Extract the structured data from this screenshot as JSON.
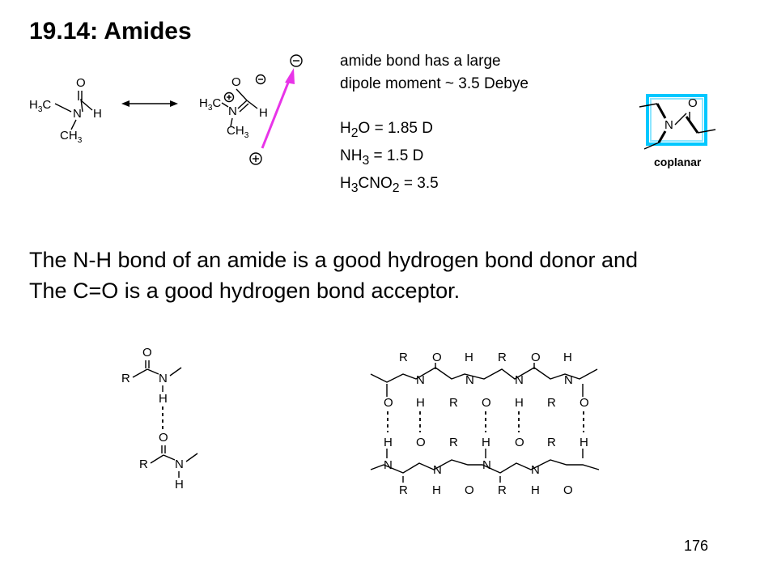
{
  "slide": {
    "title": "19.14: Amides",
    "page_number": "176"
  },
  "dipole_note": {
    "line1": "amide bond has a large",
    "line2": "dipole moment ~ 3.5 Debye"
  },
  "comparisons": [
    {
      "pre": "H",
      "sub": "2",
      "post": "O = 1.85 D"
    },
    {
      "pre": "NH",
      "sub": "3",
      "post": " = 1.5 D"
    },
    {
      "pre": "H",
      "sub": "3",
      "post": "CNO",
      "sub2": "2",
      "tail": " = 3.5"
    }
  ],
  "coplanar": {
    "label": "coplanar",
    "atoms": [
      "O",
      "N"
    ],
    "box_color": "#00c8ff"
  },
  "body_text": {
    "line1": "The N-H bond of an amide is a good hydrogen bond donor and",
    "line2": "The C=O is a good hydrogen bond acceptor."
  },
  "resonance": {
    "left_atoms": [
      "O",
      "H",
      "N",
      "H",
      "C",
      "H",
      "C"
    ],
    "right_atoms": [
      "O",
      "H",
      "N",
      "H",
      "C",
      "H",
      "C"
    ],
    "subscript": "3",
    "arrow_color": "#e834e8"
  },
  "dimer": {
    "atoms": [
      "O",
      "R",
      "N",
      "H",
      "O",
      "R",
      "N",
      "H"
    ]
  },
  "sheet": {
    "top_row_labels": [
      "R",
      "O",
      "H",
      "R",
      "O",
      "H"
    ],
    "top_mid_labels": [
      "N",
      "N",
      "N",
      "N"
    ],
    "top_bottom_labels": [
      "O",
      "H",
      "R",
      "O",
      "H",
      "R",
      "O"
    ],
    "bottom_top_labels": [
      "H",
      "O",
      "R",
      "H",
      "O",
      "R",
      "H"
    ],
    "bottom_mid_labels": [
      "N",
      "N",
      "N",
      "N"
    ],
    "bottom_row_labels": [
      "R",
      "H",
      "O",
      "R",
      "H",
      "O"
    ]
  }
}
